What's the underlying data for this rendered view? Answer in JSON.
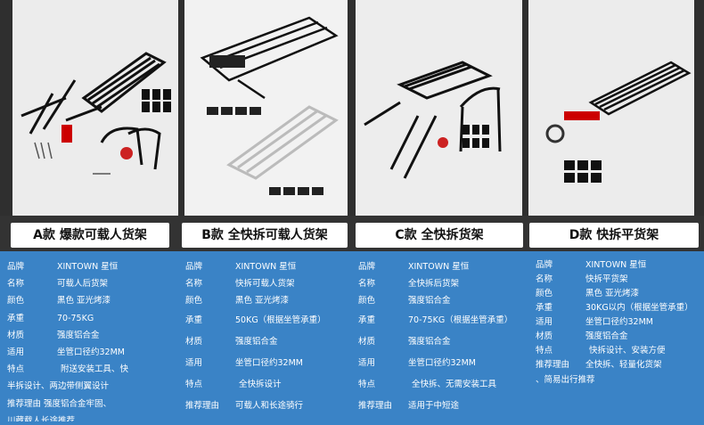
{
  "products": [
    {
      "title": "A款  爆款可载人货架",
      "specs": [
        {
          "k": "品牌",
          "v": "XINTOWN 星恒"
        },
        {
          "k": "名称",
          "v": "可载人后货架"
        },
        {
          "k": "颜色",
          "v": "黑色 亚光烤漆"
        },
        {
          "k": "承重",
          "v": "70-75KG"
        },
        {
          "k": "材质",
          "v": "强度铝合金"
        },
        {
          "k": "适用",
          "v": "坐管口径约32MM"
        },
        {
          "k": "特点",
          "v": "附送安装工具、快"
        }
      ],
      "wrapped": [
        "半拆设计、两边带侧翼设计",
        "推荐理由      强度铝合金牢固、",
        "川藏载人长途推荐"
      ]
    },
    {
      "title": "B款  全快拆可载人货架",
      "specs": [
        {
          "k": "品牌",
          "v": "XINTOWN 星恒"
        },
        {
          "k": "名称",
          "v": "快拆可载人货架"
        },
        {
          "k": "颜色",
          "v": "黑色 亚光烤漆"
        },
        {
          "k": "承重",
          "v": "50KG（根据坐管承重）"
        },
        {
          "k": "材质",
          "v": "强度铝合金"
        },
        {
          "k": "适用",
          "v": "坐管口径约32MM"
        },
        {
          "k": "特点",
          "v": "全快拆设计"
        },
        {
          "k": "推荐理由",
          "v": "可载人和长途骑行"
        }
      ]
    },
    {
      "title": "C款  全快拆货架",
      "specs": [
        {
          "k": "品牌",
          "v": "XINTOWN 星恒"
        },
        {
          "k": "名称",
          "v": "全快拆后货架"
        },
        {
          "k": "颜色",
          "v": "强度铝合金"
        },
        {
          "k": "承重",
          "v": "70-75KG（根据坐管承重）"
        },
        {
          "k": "材质",
          "v": "强度铝合金"
        },
        {
          "k": "适用",
          "v": "坐管口径约32MM"
        },
        {
          "k": "特点",
          "v": "全快拆、无需安装工具"
        },
        {
          "k": "推荐理由",
          "v": "适用于中短途"
        }
      ]
    },
    {
      "title": "D款  快拆平货架",
      "specs": [
        {
          "k": "品牌",
          "v": "XINTOWN 星恒"
        },
        {
          "k": "名称",
          "v": "快拆平货架"
        },
        {
          "k": "颜色",
          "v": "黑色 亚光烤漆"
        },
        {
          "k": "承重",
          "v": "30KG以内（根据坐管承重）"
        },
        {
          "k": "适用",
          "v": "坐管口径约32MM"
        },
        {
          "k": "材质",
          "v": "强度铝合金"
        },
        {
          "k": "特点",
          "v": "快拆设计、安装方便"
        },
        {
          "k": "推荐理由",
          "v": "全快拆、轻量化货架"
        }
      ],
      "wrapped": [
        "、简易出行推荐"
      ]
    }
  ],
  "colors": {
    "background": "#3a83c6",
    "title_bar": "#333333",
    "tab": "#ffffff"
  }
}
